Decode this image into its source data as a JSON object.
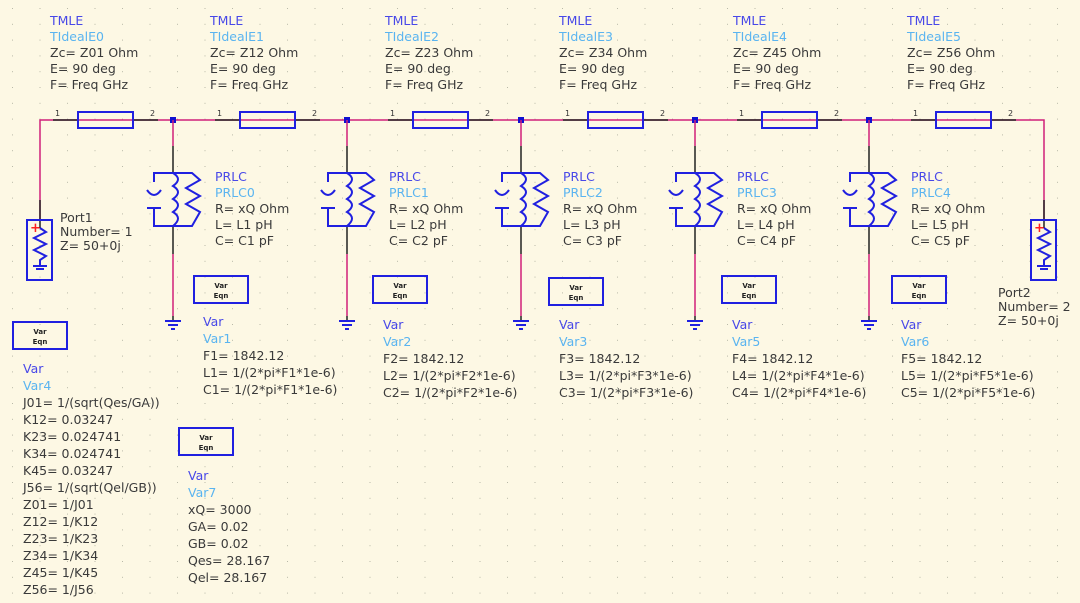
{
  "colors": {
    "background": "#fdf8e4",
    "wire": "#d0207a",
    "component": "#2020e0",
    "lead": "#222222",
    "type_label": "#4848e8",
    "instance_label": "#5ab4f0",
    "grid_dot": "#b9b9a8"
  },
  "tlines": [
    {
      "type": "TMLE",
      "name": "TIdealE0",
      "params": [
        "Zc= Z01 Ohm",
        "E= 90 deg",
        "F= Freq GHz"
      ],
      "pin1": "1",
      "pin2": "2"
    },
    {
      "type": "TMLE",
      "name": "TIdealE1",
      "params": [
        "Zc= Z12 Ohm",
        "E= 90 deg",
        "F= Freq GHz"
      ],
      "pin1": "1",
      "pin2": "2"
    },
    {
      "type": "TMLE",
      "name": "TIdealE2",
      "params": [
        "Zc= Z23 Ohm",
        "E= 90 deg",
        "F= Freq GHz"
      ],
      "pin1": "1",
      "pin2": "2"
    },
    {
      "type": "TMLE",
      "name": "TIdealE3",
      "params": [
        "Zc= Z34 Ohm",
        "E= 90 deg",
        "F= Freq GHz"
      ],
      "pin1": "1",
      "pin2": "2"
    },
    {
      "type": "TMLE",
      "name": "TIdealE4",
      "params": [
        "Zc= Z45 Ohm",
        "E= 90 deg",
        "F= Freq GHz"
      ],
      "pin1": "1",
      "pin2": "2"
    },
    {
      "type": "TMLE",
      "name": "TIdealE5",
      "params": [
        "Zc= Z56 Ohm",
        "E= 90 deg",
        "F= Freq GHz"
      ],
      "pin1": "1",
      "pin2": "2"
    }
  ],
  "resonators": [
    {
      "type": "PRLC",
      "name": "PRLC0",
      "params": [
        "R= xQ Ohm",
        "L= L1 pH",
        "C= C1 pF"
      ]
    },
    {
      "type": "PRLC",
      "name": "PRLC1",
      "params": [
        "R= xQ Ohm",
        "L= L2 pH",
        "C= C2 pF"
      ]
    },
    {
      "type": "PRLC",
      "name": "PRLC2",
      "params": [
        "R= xQ Ohm",
        "L= L3 pH",
        "C= C3 pF"
      ]
    },
    {
      "type": "PRLC",
      "name": "PRLC3",
      "params": [
        "R= xQ Ohm",
        "L= L4 pH",
        "C= C4 pF"
      ]
    },
    {
      "type": "PRLC",
      "name": "PRLC4",
      "params": [
        "R= xQ Ohm",
        "L= L5 pH",
        "C= C5 pF"
      ]
    }
  ],
  "ports": [
    {
      "name": "Port1",
      "params": [
        "Number=  1",
        "Z=  50+0j"
      ]
    },
    {
      "name": "Port2",
      "params": [
        "Number=  2",
        "Z=  50+0j"
      ]
    }
  ],
  "var_blocks": [
    {
      "icon_line1": "Var",
      "icon_line2": "Eqn",
      "type": "Var",
      "name": "Var1",
      "lines": [
        "F1= 1842.12",
        "L1= 1/(2*pi*F1*1e-6)",
        "C1= 1/(2*pi*F1*1e-6)"
      ]
    },
    {
      "icon_line1": "Var",
      "icon_line2": "Eqn",
      "type": "Var",
      "name": "Var2",
      "lines": [
        "F2= 1842.12",
        "L2= 1/(2*pi*F2*1e-6)",
        "C2= 1/(2*pi*F2*1e-6)"
      ]
    },
    {
      "icon_line1": "Var",
      "icon_line2": "Eqn",
      "type": "Var",
      "name": "Var3",
      "lines": [
        "F3= 1842.12",
        "L3= 1/(2*pi*F3*1e-6)",
        "C3= 1/(2*pi*F3*1e-6)"
      ]
    },
    {
      "icon_line1": "Var",
      "icon_line2": "Eqn",
      "type": "Var",
      "name": "Var5",
      "lines": [
        "F4= 1842.12",
        "L4= 1/(2*pi*F4*1e-6)",
        "C4= 1/(2*pi*F4*1e-6)"
      ]
    },
    {
      "icon_line1": "Var",
      "icon_line2": "Eqn",
      "type": "Var",
      "name": "Var6",
      "lines": [
        "F5= 1842.12",
        "L5= 1/(2*pi*F5*1e-6)",
        "C5= 1/(2*pi*F5*1e-6)"
      ]
    },
    {
      "icon_line1": "Var",
      "icon_line2": "Eqn",
      "type": "Var",
      "name": "Var4",
      "lines": [
        "J01= 1/(sqrt(Qes/GA))",
        "K12= 0.03247",
        "K23= 0.024741",
        "K34= 0.024741",
        "K45= 0.03247",
        "J56= 1/(sqrt(Qel/GB))",
        "Z01= 1/J01",
        "Z12= 1/K12",
        "Z23= 1/K23",
        "Z34= 1/K34",
        "Z45= 1/K45",
        "Z56= 1/J56"
      ]
    },
    {
      "icon_line1": "Var",
      "icon_line2": "Eqn",
      "type": "Var",
      "name": "Var7",
      "lines": [
        "xQ= 3000",
        "GA= 0.02",
        "GB= 0.02",
        "Qes= 28.167",
        "Qel= 28.167"
      ]
    }
  ]
}
